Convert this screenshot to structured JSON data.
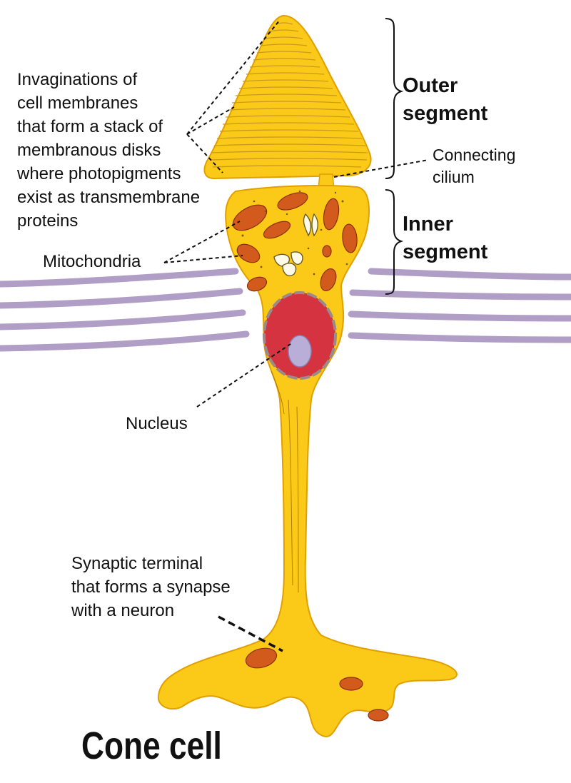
{
  "diagram": {
    "title": "Cone cell",
    "labels": {
      "invaginations": [
        "Invaginations of",
        "cell membranes",
        "that form a stack of",
        "membranous disks",
        "where photopigments",
        "exist as transmembrane",
        "proteins"
      ],
      "outer_segment": [
        "Outer",
        "segment"
      ],
      "connecting_cilium": [
        "Connecting",
        "cilium"
      ],
      "inner_segment": [
        "Inner",
        "segment"
      ],
      "mitochondria": "Mitochondria",
      "nucleus": "Nucleus",
      "synaptic_terminal": [
        "Synaptic terminal",
        "that forms a synapse",
        "with a neuron"
      ]
    },
    "colors": {
      "cell_fill": "#fbc918",
      "cell_outline": "#e0a000",
      "disk_stroke": "#c99a20",
      "mitochondria_fill": "#d25a1c",
      "nucleus_fill": "#d4333f",
      "nucleolus_fill": "#b8aed8",
      "membrane_layers": "#b09ec6",
      "leader_line": "#111111"
    }
  }
}
